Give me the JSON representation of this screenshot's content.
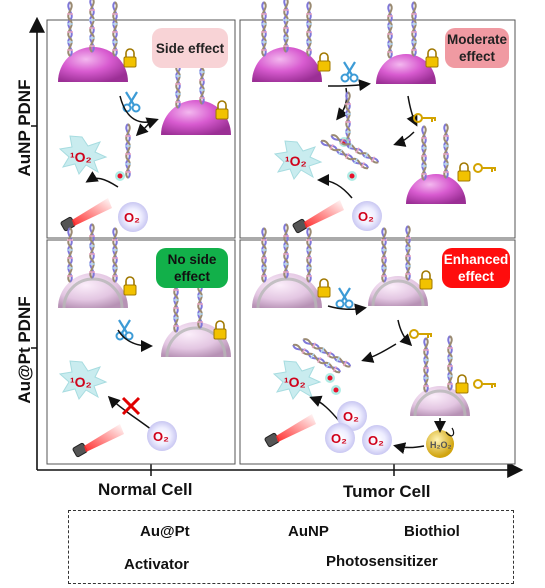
{
  "axes": {
    "row_top": "AuNP PDNF",
    "row_bottom": "Au@Pt PDNF",
    "col_left": "Normal Cell",
    "col_right": "Tumor Cell"
  },
  "panels": {
    "aunp_normal": {
      "badge": "Side effect",
      "badge_color": "#f8d3d6"
    },
    "aunp_tumor": {
      "badge": "Moderate effect",
      "badge_color": "#f09aa2"
    },
    "aupt_normal": {
      "badge": "No side effect",
      "badge_color": "#12b04a"
    },
    "aupt_tumor": {
      "badge": "Enhanced effect",
      "badge_color": "#ff0d0d"
    }
  },
  "chem": {
    "singlet_oxygen": "¹O₂",
    "oxygen": "O₂",
    "peroxide": "H₂O₂"
  },
  "legend": {
    "aupt": "Au@Pt",
    "aunp": "AuNP",
    "biothiol": "Biothiol",
    "activator": "Activator",
    "photosensitizer": "Photosensitizer"
  },
  "colors": {
    "aunp": "#d85bd0",
    "aupt": "#e3c6e2",
    "lock": "#f2c200",
    "scissors": "#3d9bd6",
    "laser_beam": "#ff3b3b",
    "cloud": "#c9ecef",
    "oxygen_label": "#d0021b"
  },
  "icons": [
    "dna-strand-icon",
    "lock-icon",
    "key-icon",
    "scissors-icon",
    "laser-icon",
    "burst-icon",
    "photosensitizer-icon"
  ]
}
